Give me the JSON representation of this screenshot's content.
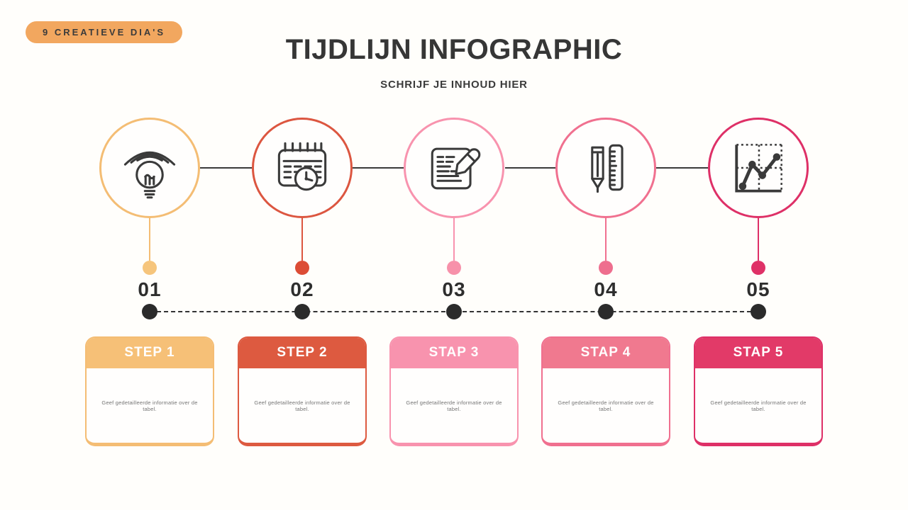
{
  "header": {
    "badge": "9 CREATIEVE DIA'S",
    "title": "TIJDLIJN INFOGRAPHIC",
    "subtitle": "SCHRIJF JE INHOUD HIER"
  },
  "colors": {
    "badge_bg": "#f2a75f",
    "ink": "#3a3a3a",
    "timeline_node": "#2b2b2b",
    "step1": "#f4bd74",
    "step2": "#dc5640",
    "step3": "#f893ae",
    "step4": "#f0708f",
    "step5": "#de3067"
  },
  "steps": [
    {
      "number": "01",
      "icon": "idea-lightbulb-icon",
      "card_title": "STEP 1",
      "card_body": "Geef gedetailleerde informatie over de tabel.",
      "color": "#f4bd74"
    },
    {
      "number": "02",
      "icon": "calendar-clock-icon",
      "card_title": "STEP 2",
      "card_body": "Geef gedetailleerde informatie over de tabel.",
      "color": "#dc5640"
    },
    {
      "number": "03",
      "icon": "document-pencil-icon",
      "card_title": "STAP 3",
      "card_body": "Geef gedetailleerde informatie over de tabel.",
      "color": "#f893ae"
    },
    {
      "number": "04",
      "icon": "pencil-ruler-icon",
      "card_title": "STAP 4",
      "card_body": "Geef gedetailleerde informatie over de tabel.",
      "color": "#f0708f"
    },
    {
      "number": "05",
      "icon": "line-chart-icon",
      "card_title": "STAP 5",
      "card_body": "Geef gedetailleerde informatie over de tabel.",
      "color": "#de3067"
    }
  ]
}
